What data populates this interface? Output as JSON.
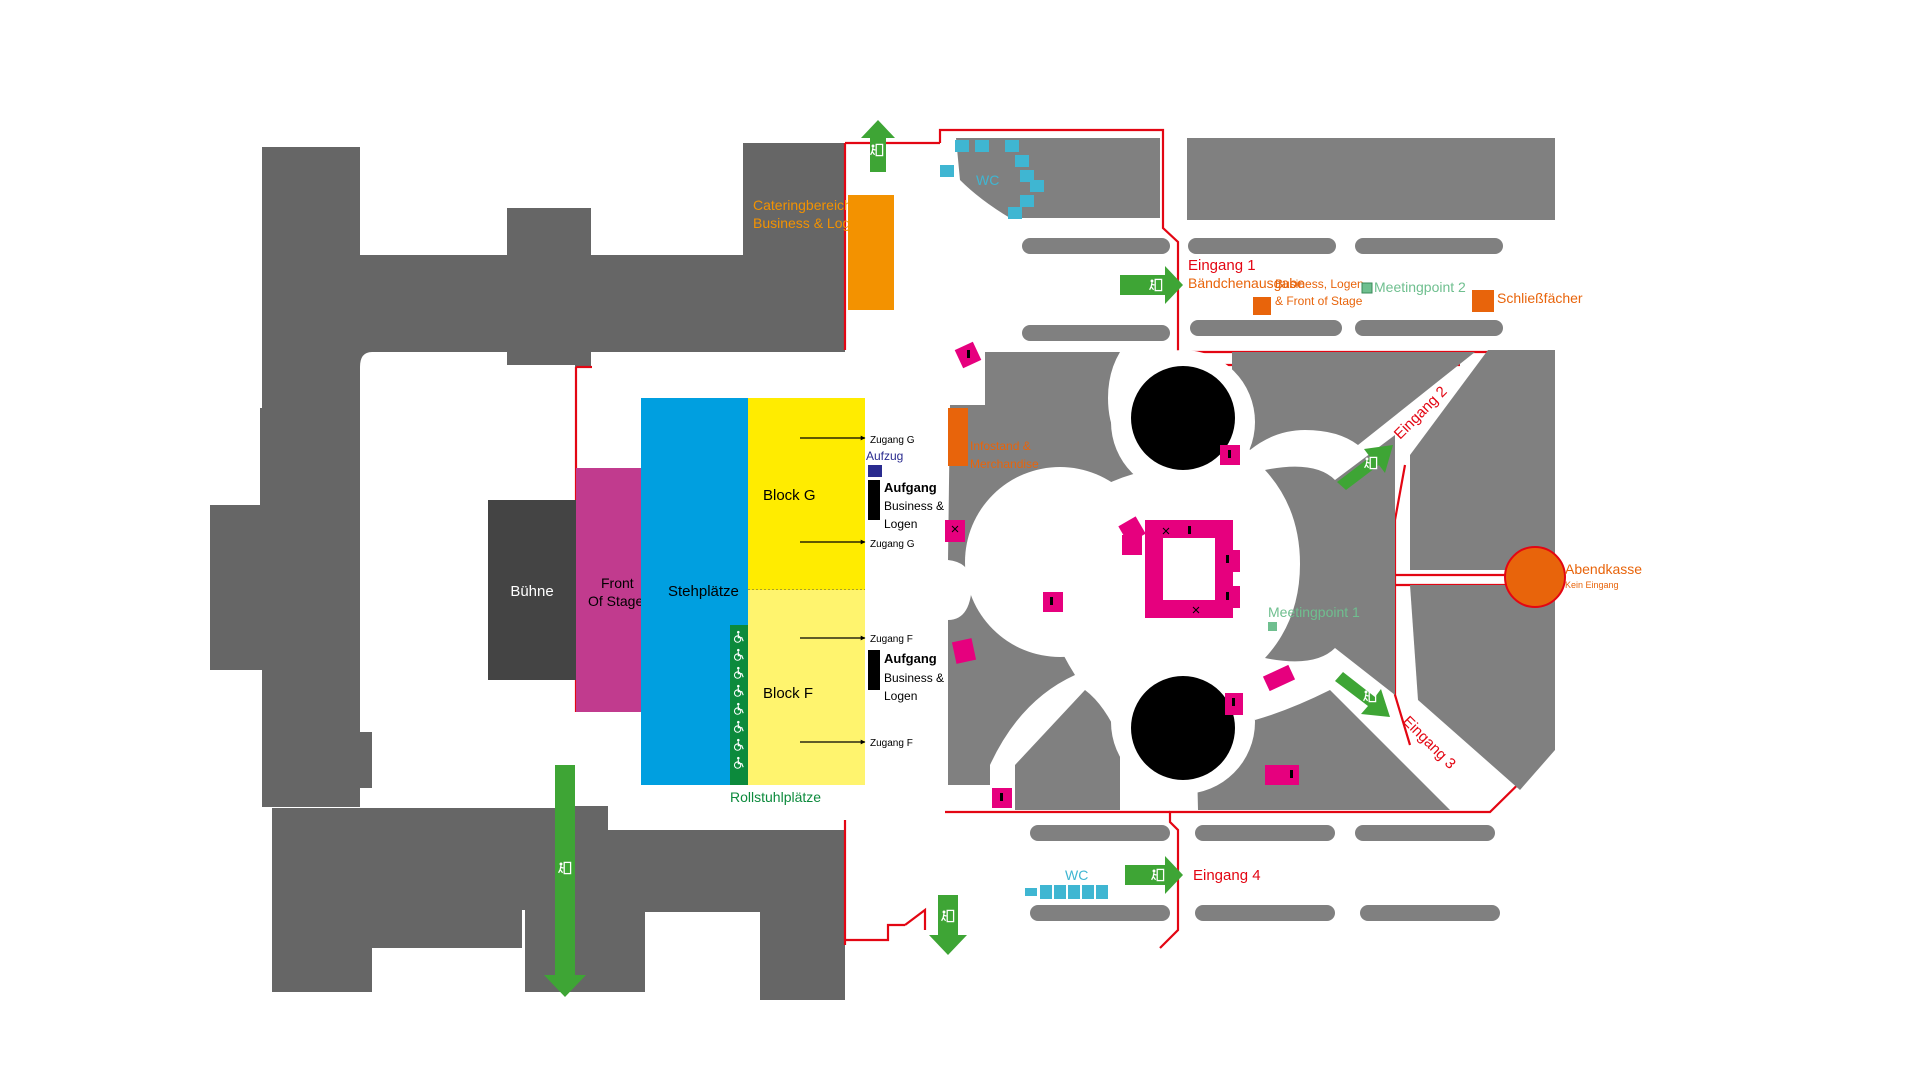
{
  "colors": {
    "building": "#666666",
    "area": "#808080",
    "stage": "#444444",
    "front_of_stage": "#c13b8e",
    "standing": "#009fe0",
    "block_g": "#ffec00",
    "block_f": "#fff46e",
    "catering": "#f39200",
    "accessible": "#0c8a3c",
    "exit_arrow": "#3ea535",
    "boundary": "#e30613",
    "wc": "#3fb6d2",
    "service": "#e6007e",
    "orange": "#e8640b",
    "meeting": "#6fbf8f",
    "elevator": "#2a2b8f"
  },
  "labels": {
    "stage": "Bühne",
    "front_of_stage_1": "Front",
    "front_of_stage_2": "Of Stage",
    "standing": "Stehplätze",
    "block_g": "Block G",
    "block_f": "Block F",
    "wheelchair": "Rollstuhlplätze",
    "catering_1": "Cateringbereich",
    "catering_2": "Business & Logen",
    "access_g": "Zugang G",
    "access_f": "Zugang F",
    "elevator": "Aufzug",
    "stairs": "Aufgang",
    "stairs_sub_1": "Business &",
    "stairs_sub_2": "Logen",
    "wc": "WC",
    "entrance_1": "Eingang 1",
    "entrance_2": "Eingang 2",
    "entrance_3": "Eingang 3",
    "entrance_4": "Eingang 4",
    "wristband": "Bändchenausgabe",
    "wristband_sub_1": "Business, Logen",
    "wristband_sub_2": "& Front of Stage",
    "meetingpoint_1": "Meetingpoint 1",
    "meetingpoint_2": "Meetingpoint 2",
    "lockers": "Schließfächer",
    "box_office": "Abendkasse",
    "box_office_sub": "Kein Eingang",
    "infostand_1": "Infostand &",
    "infostand_2": "Merchandise"
  },
  "icons": {
    "exit": "emergency-exit-icon",
    "wheelchair": "wheelchair-icon",
    "bar": "drinks-icon",
    "food": "food-icon",
    "locker": "locker-icon"
  }
}
